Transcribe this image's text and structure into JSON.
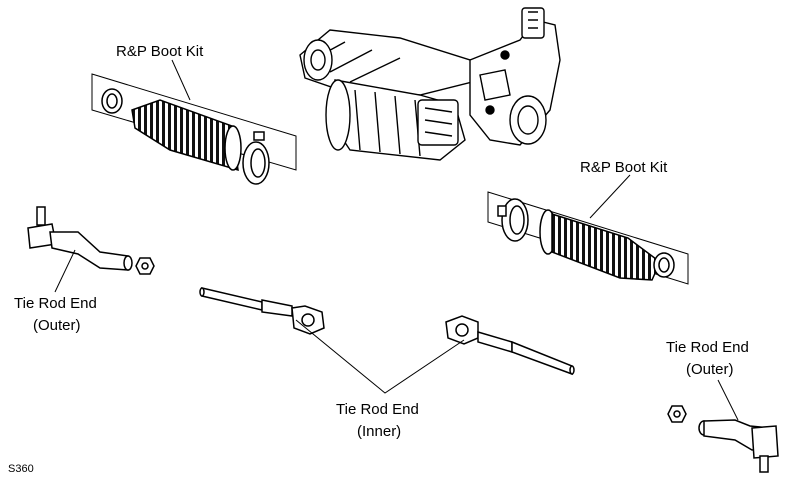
{
  "labels": {
    "boot_kit_left": "R&P Boot Kit",
    "boot_kit_right": "R&P Boot Kit",
    "tie_rod_outer_left_1": "Tie Rod End",
    "tie_rod_outer_left_2": "(Outer)",
    "tie_rod_outer_right_1": "Tie Rod End",
    "tie_rod_outer_right_2": "(Outer)",
    "tie_rod_inner_1": "Tie Rod End",
    "tie_rod_inner_2": "(Inner)",
    "figure_code": "S360"
  }
}
